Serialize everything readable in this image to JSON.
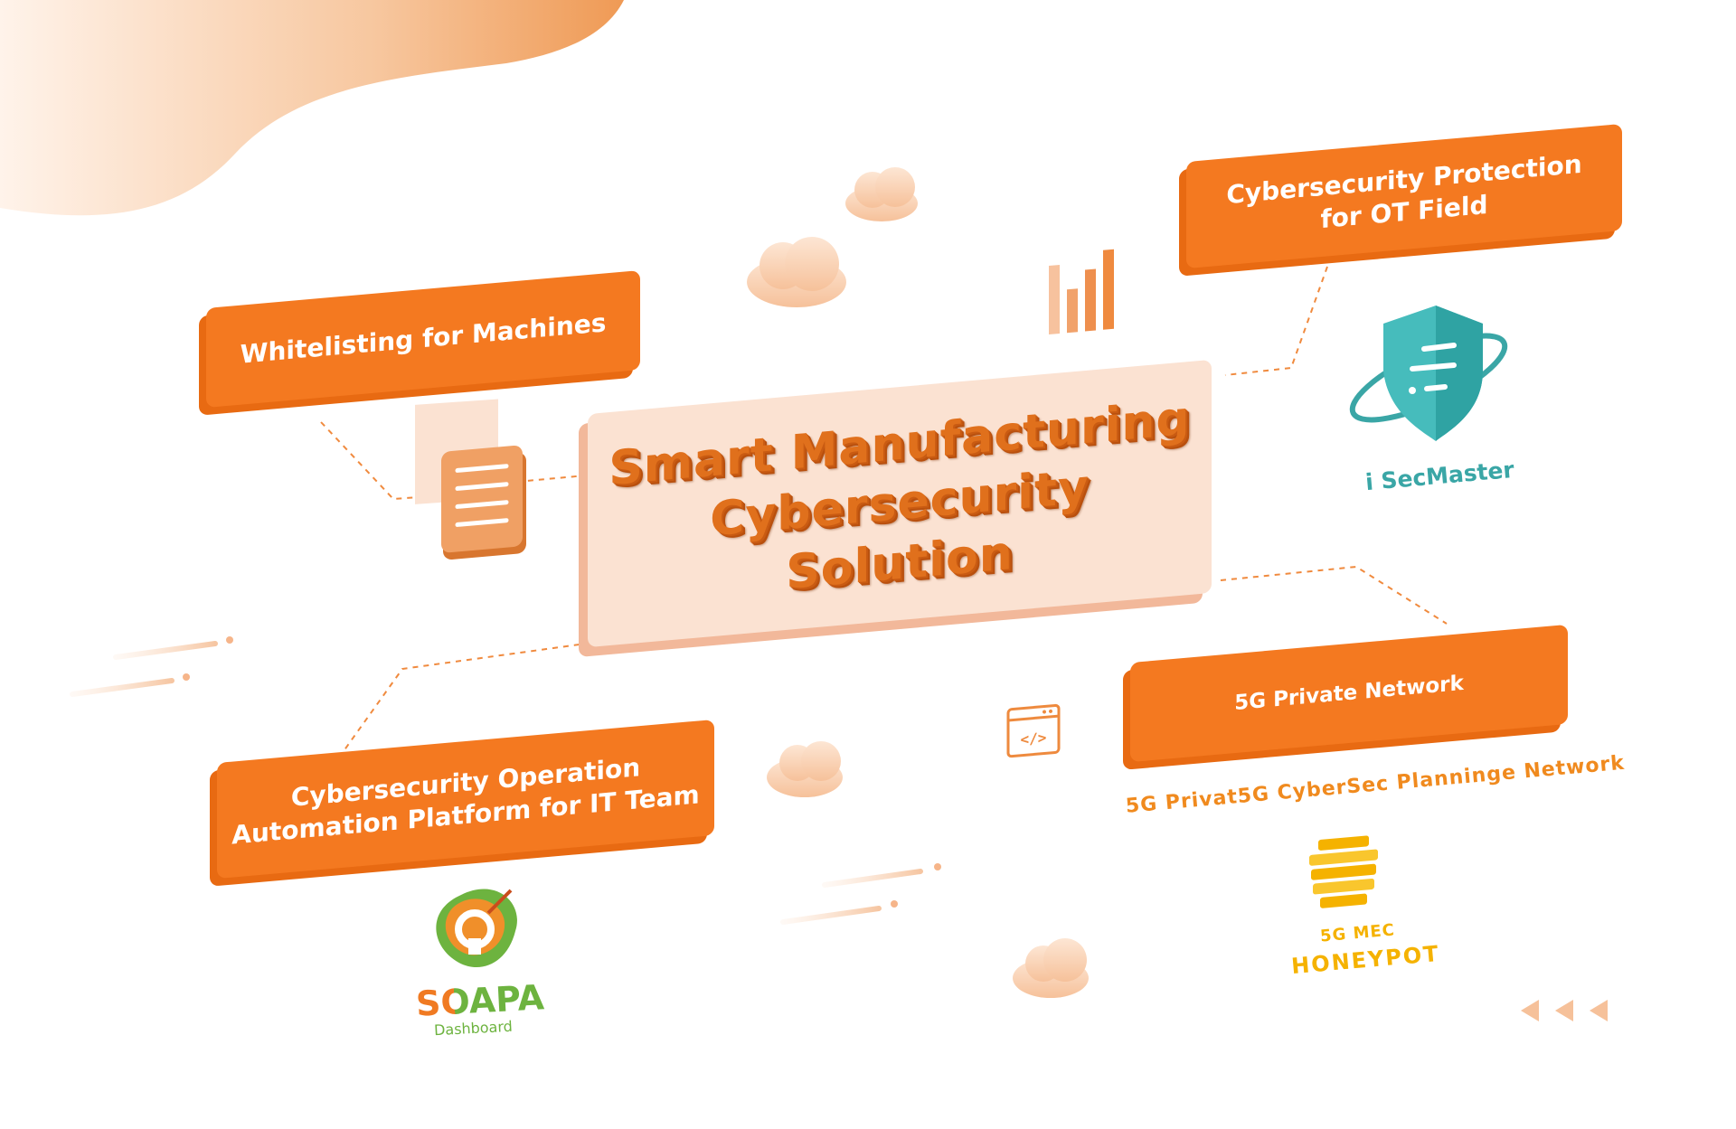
{
  "diagram": {
    "center": {
      "line1": "Smart Manufacturing",
      "line2": "Cybersecurity Solution"
    },
    "cards": {
      "whitelisting": "Whitelisting for Machines",
      "ot_line1": "Cybersecurity Protection",
      "ot_line2": "for OT Field",
      "soc_line1": "Cybersecurity Operation",
      "soc_line2": "Automation Platform for IT Team",
      "private_5g": "5G Private Network"
    },
    "labels": {
      "isecmaster": "i SecMaster",
      "planning": "5G Privat5G CyberSec Planninge Network",
      "soapa": "SOAPA",
      "soapa_sub": "Dashboard",
      "mec": "5G MEC",
      "honeypot": "HONEYPOT"
    }
  },
  "colors": {
    "accent": "#f47920",
    "center_face": "#fbe2d2",
    "teal": "#3bb8b8",
    "gold": "#f5b200",
    "green": "#6db33f"
  },
  "icons": [
    "cloud-icon",
    "bar-chart-icon",
    "document-icon",
    "shield-icon",
    "code-window-icon",
    "honeypot-icon",
    "soapa-logo-icon",
    "arrow-left-icon"
  ]
}
